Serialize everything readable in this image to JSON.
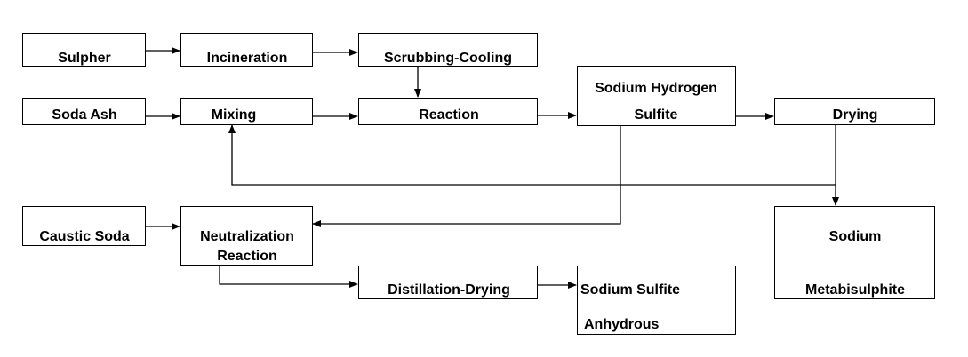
{
  "nodes": {
    "sulpher": "Sulpher",
    "incineration": "Incineration",
    "scrubbing_cooling": "Scrubbing-Cooling",
    "soda_ash": "Soda Ash",
    "mixing": "Mixing",
    "reaction": "Reaction",
    "sodium_hydrogen_sulfite": {
      "line1": "Sodium Hydrogen",
      "line2": "Sulfite"
    },
    "drying": "Drying",
    "caustic_soda": "Caustic Soda",
    "neutralization_reaction": {
      "line1": "Neutralization",
      "line2": "Reaction"
    },
    "distillation_drying": "Distillation-Drying",
    "sodium_sulfite_anhydrous": {
      "line1": "Sodium Sulfite",
      "line2": "Anhydrous"
    },
    "sodium_metabisulphite": {
      "line1": "Sodium",
      "line2": "Metabisulphite"
    }
  },
  "edges": [
    {
      "from": "Sulpher",
      "to": "Incineration"
    },
    {
      "from": "Incineration",
      "to": "Scrubbing-Cooling"
    },
    {
      "from": "Scrubbing-Cooling",
      "to": "Reaction"
    },
    {
      "from": "Soda Ash",
      "to": "Mixing"
    },
    {
      "from": "Mixing",
      "to": "Reaction"
    },
    {
      "from": "Reaction",
      "to": "Sodium Hydrogen Sulfite"
    },
    {
      "from": "Sodium Hydrogen Sulfite",
      "to": "Drying"
    },
    {
      "from": "Drying",
      "to": "Sodium Metabisulphite"
    },
    {
      "from": "Drying",
      "to": "Mixing"
    },
    {
      "from": "Sodium Hydrogen Sulfite",
      "to": "Neutralization Reaction"
    },
    {
      "from": "Caustic Soda",
      "to": "Neutralization Reaction"
    },
    {
      "from": "Neutralization Reaction",
      "to": "Distillation-Drying"
    },
    {
      "from": "Distillation-Drying",
      "to": "Sodium Sulfite Anhydrous"
    }
  ]
}
